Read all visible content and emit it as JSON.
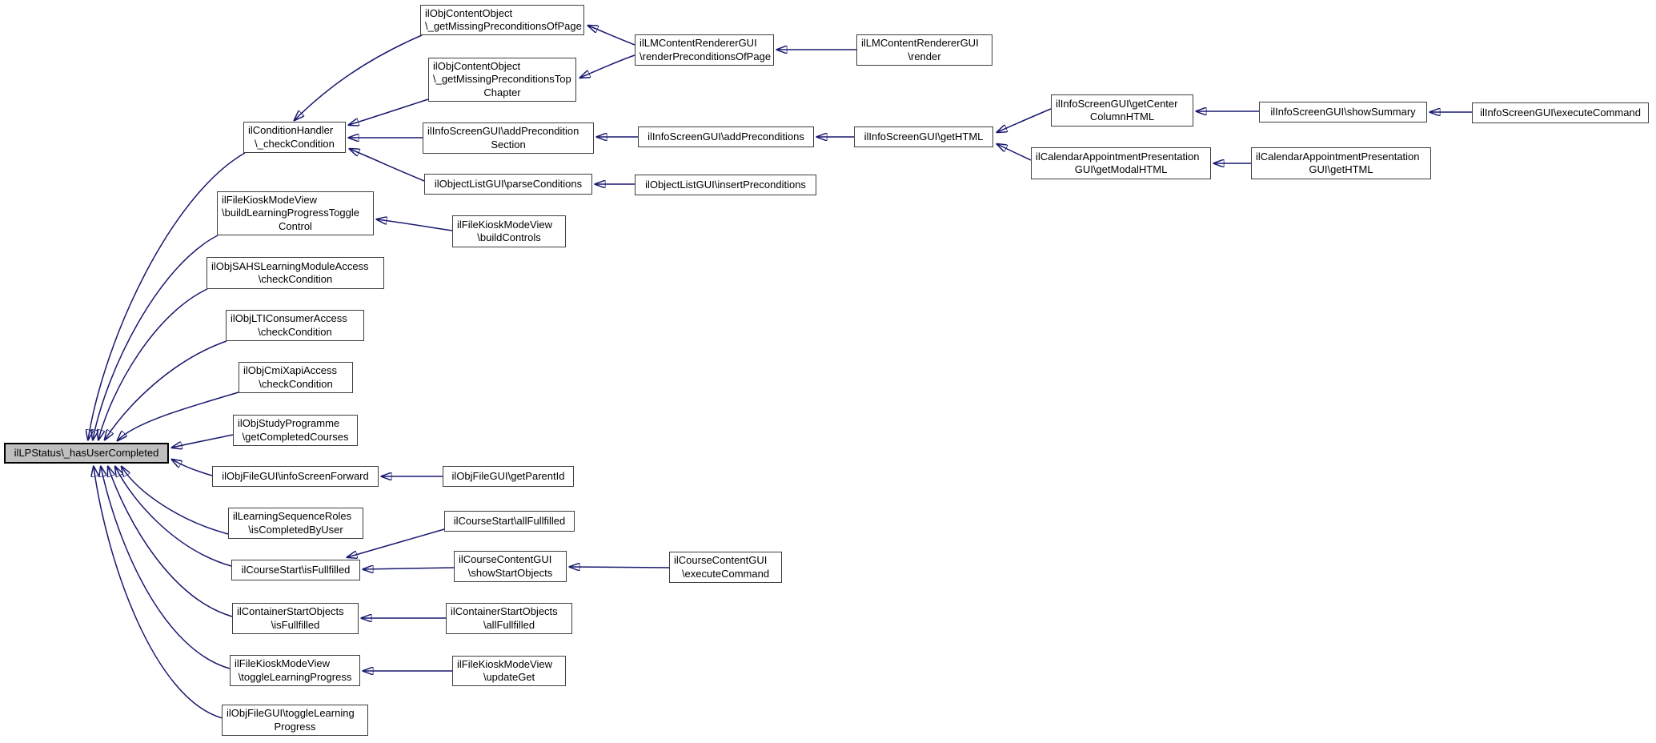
{
  "diagram": {
    "kind": "caller-graph",
    "focus_function": "ilLPStatus\\_hasUserCompleted",
    "colors": {
      "edge": "#191970",
      "node_border": "#3e3e3e",
      "node_fill": "#ffffff",
      "focus_fill": "#bfbfbf",
      "background": "#ffffff",
      "text": "#000000"
    },
    "nodes": [
      {
        "id": "objco_page",
        "label": "ilObjContentObject\n\\_getMissingPreconditionsOfPage"
      },
      {
        "id": "objco_top",
        "label": "ilObjContentObject\n\\_getMissingPreconditionsTop\nChapter"
      },
      {
        "id": "lmrender_pre",
        "label": "ilLMContentRendererGUI\n\\renderPreconditionsOfPage"
      },
      {
        "id": "lmrender_render",
        "label": "ilLMContentRendererGUI\n\\render"
      },
      {
        "id": "condhandler",
        "label": "ilConditionHandler\n\\_checkCondition"
      },
      {
        "id": "infoscreen_addsec",
        "label": "ilInfoScreenGUI\\addPrecondition\nSection"
      },
      {
        "id": "objlist_parse",
        "label": "ilObjectListGUI\\parseConditions"
      },
      {
        "id": "infoscreen_addpre",
        "label": "ilInfoScreenGUI\\addPreconditions"
      },
      {
        "id": "infoscreen_gethtml",
        "label": "ilInfoScreenGUI\\getHTML"
      },
      {
        "id": "objlist_insert",
        "label": "ilObjectListGUI\\insertPreconditions"
      },
      {
        "id": "infoscreen_center",
        "label": "ilInfoScreenGUI\\getCenter\nColumnHTML"
      },
      {
        "id": "infoscreen_showsum",
        "label": "ilInfoScreenGUI\\showSummary"
      },
      {
        "id": "infoscreen_exec",
        "label": "ilInfoScreenGUI\\executeCommand"
      },
      {
        "id": "calendar_modal",
        "label": "ilCalendarAppointmentPresentation\nGUI\\getModalHTML"
      },
      {
        "id": "calendar_gethtml",
        "label": "ilCalendarAppointmentPresentation\nGUI\\getHTML"
      },
      {
        "id": "kiosk_buildtoggle",
        "label": "ilFileKioskModeView\n\\buildLearningProgressToggle\nControl"
      },
      {
        "id": "kiosk_buildcontrols",
        "label": "ilFileKioskModeView\n\\buildControls"
      },
      {
        "id": "sahs_check",
        "label": "ilObjSAHSLearningModuleAccess\n\\checkCondition"
      },
      {
        "id": "lti_check",
        "label": "ilObjLTIConsumerAccess\n\\checkCondition"
      },
      {
        "id": "cmi_check",
        "label": "ilObjCmiXapiAccess\n\\checkCondition"
      },
      {
        "id": "studyprog",
        "label": "ilObjStudyProgramme\n\\getCompletedCourses"
      },
      {
        "id": "lpstatus",
        "label": "ilLPStatus\\_hasUserCompleted"
      },
      {
        "id": "filegui_info",
        "label": "ilObjFileGUI\\infoScreenForward"
      },
      {
        "id": "filegui_parent",
        "label": "ilObjFileGUI\\getParentId"
      },
      {
        "id": "lsroles",
        "label": "ilLearningSequenceRoles\n\\isCompletedByUser"
      },
      {
        "id": "coursestart_all",
        "label": "ilCourseStart\\allFullfilled"
      },
      {
        "id": "coursestart_is",
        "label": "ilCourseStart\\isFullfilled"
      },
      {
        "id": "coursecontent_show",
        "label": "ilCourseContentGUI\n\\showStartObjects"
      },
      {
        "id": "coursecontent_exec",
        "label": "ilCourseContentGUI\n\\executeCommand"
      },
      {
        "id": "container_is",
        "label": "ilContainerStartObjects\n\\isFullfilled"
      },
      {
        "id": "container_all",
        "label": "ilContainerStartObjects\n\\allFullfilled"
      },
      {
        "id": "kiosk_toggle",
        "label": "ilFileKioskModeView\n\\toggleLearningProgress"
      },
      {
        "id": "kiosk_updateget",
        "label": "ilFileKioskModeView\n\\updateGet"
      },
      {
        "id": "filegui_toggle",
        "label": "ilObjFileGUI\\toggleLearning\nProgress"
      }
    ],
    "edges": [
      {
        "from": "lmrender_pre",
        "to": "objco_page"
      },
      {
        "from": "lmrender_pre",
        "to": "objco_top"
      },
      {
        "from": "lmrender_render",
        "to": "lmrender_pre"
      },
      {
        "from": "objco_page",
        "to": "condhandler"
      },
      {
        "from": "objco_top",
        "to": "condhandler"
      },
      {
        "from": "infoscreen_addsec",
        "to": "condhandler"
      },
      {
        "from": "objlist_parse",
        "to": "condhandler"
      },
      {
        "from": "infoscreen_addpre",
        "to": "infoscreen_addsec"
      },
      {
        "from": "infoscreen_gethtml",
        "to": "infoscreen_addpre"
      },
      {
        "from": "infoscreen_center",
        "to": "infoscreen_gethtml"
      },
      {
        "from": "calendar_modal",
        "to": "infoscreen_gethtml"
      },
      {
        "from": "infoscreen_showsum",
        "to": "infoscreen_center"
      },
      {
        "from": "infoscreen_exec",
        "to": "infoscreen_showsum"
      },
      {
        "from": "calendar_gethtml",
        "to": "calendar_modal"
      },
      {
        "from": "objlist_insert",
        "to": "objlist_parse"
      },
      {
        "from": "condhandler",
        "to": "lpstatus"
      },
      {
        "from": "kiosk_buildtoggle",
        "to": "lpstatus"
      },
      {
        "from": "kiosk_buildcontrols",
        "to": "kiosk_buildtoggle"
      },
      {
        "from": "sahs_check",
        "to": "lpstatus"
      },
      {
        "from": "lti_check",
        "to": "lpstatus"
      },
      {
        "from": "cmi_check",
        "to": "lpstatus"
      },
      {
        "from": "studyprog",
        "to": "lpstatus"
      },
      {
        "from": "filegui_info",
        "to": "lpstatus"
      },
      {
        "from": "filegui_parent",
        "to": "filegui_info"
      },
      {
        "from": "lsroles",
        "to": "lpstatus"
      },
      {
        "from": "coursestart_all",
        "to": "coursestart_is"
      },
      {
        "from": "coursestart_is",
        "to": "lpstatus"
      },
      {
        "from": "coursecontent_show",
        "to": "coursestart_is"
      },
      {
        "from": "coursecontent_exec",
        "to": "coursecontent_show"
      },
      {
        "from": "container_is",
        "to": "lpstatus"
      },
      {
        "from": "container_all",
        "to": "container_is"
      },
      {
        "from": "kiosk_toggle",
        "to": "lpstatus"
      },
      {
        "from": "kiosk_updateget",
        "to": "kiosk_toggle"
      },
      {
        "from": "filegui_toggle",
        "to": "lpstatus"
      }
    ]
  }
}
